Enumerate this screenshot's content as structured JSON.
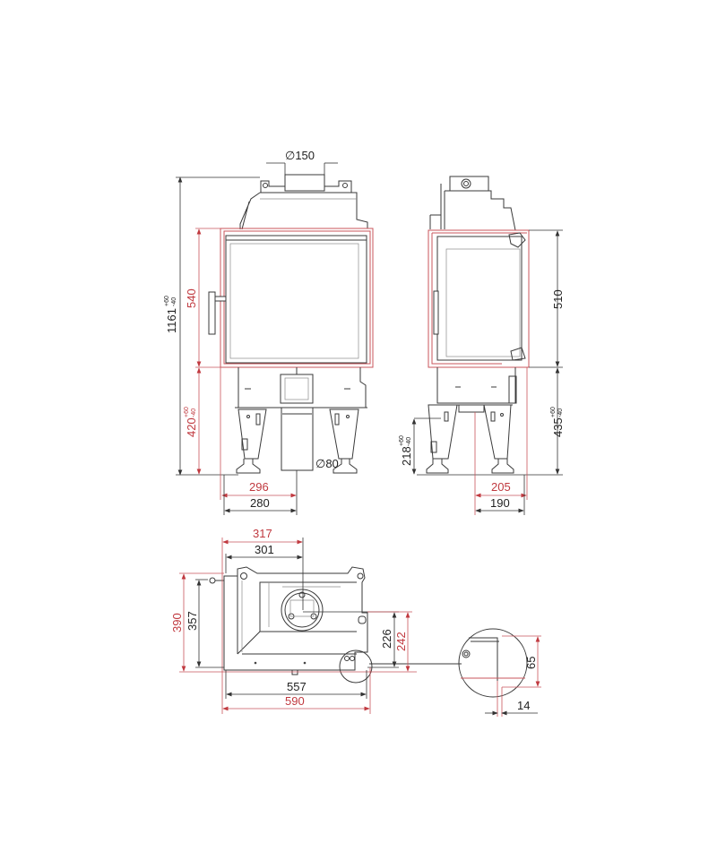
{
  "colors": {
    "dimension_red": "#c0393f",
    "dimension_black": "#222222",
    "outline": "#3a3a3a"
  },
  "front_view": {
    "flue_diameter": "∅150",
    "total_height": "1161",
    "total_height_tol_plus": "+60",
    "total_height_tol_minus": "-40",
    "door_height": "540",
    "base_height": "420",
    "base_height_tol_plus": "+60",
    "base_height_tol_minus": "-40",
    "air_inlet_diameter": "∅80",
    "width_red": "296",
    "width_black": "280"
  },
  "side_view": {
    "door_height": "510",
    "base_height": "435",
    "base_height_tol_plus": "+60",
    "base_height_tol_minus": "-40",
    "leg_height": "218",
    "leg_height_tol_plus": "+60",
    "leg_height_tol_minus": "-40",
    "width_red": "205",
    "width_black": "190"
  },
  "plan_view": {
    "flue_offset_red": "317",
    "flue_offset_black": "301",
    "depth_red": "390",
    "depth_black": "357",
    "side_depth_black": "226",
    "side_depth_red": "242",
    "width_black": "557",
    "width_red": "590",
    "detail_height": "65",
    "detail_offset": "14"
  }
}
